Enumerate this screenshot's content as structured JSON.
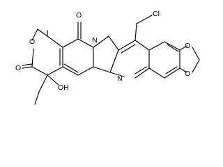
{
  "structure": {
    "labels": {
      "ketone_o": "O",
      "lactone_o_top": "O",
      "lactone_o_side": "O",
      "quinoline_n": "N",
      "pyrrole_n": "N",
      "hydroxyl": "OH",
      "chlorine": "Cl",
      "dioxole_o_upper": "O",
      "dioxole_o_lower": "O"
    },
    "colors": {
      "bond": "#000000",
      "label": "#000000",
      "background": "#ffffff"
    }
  }
}
